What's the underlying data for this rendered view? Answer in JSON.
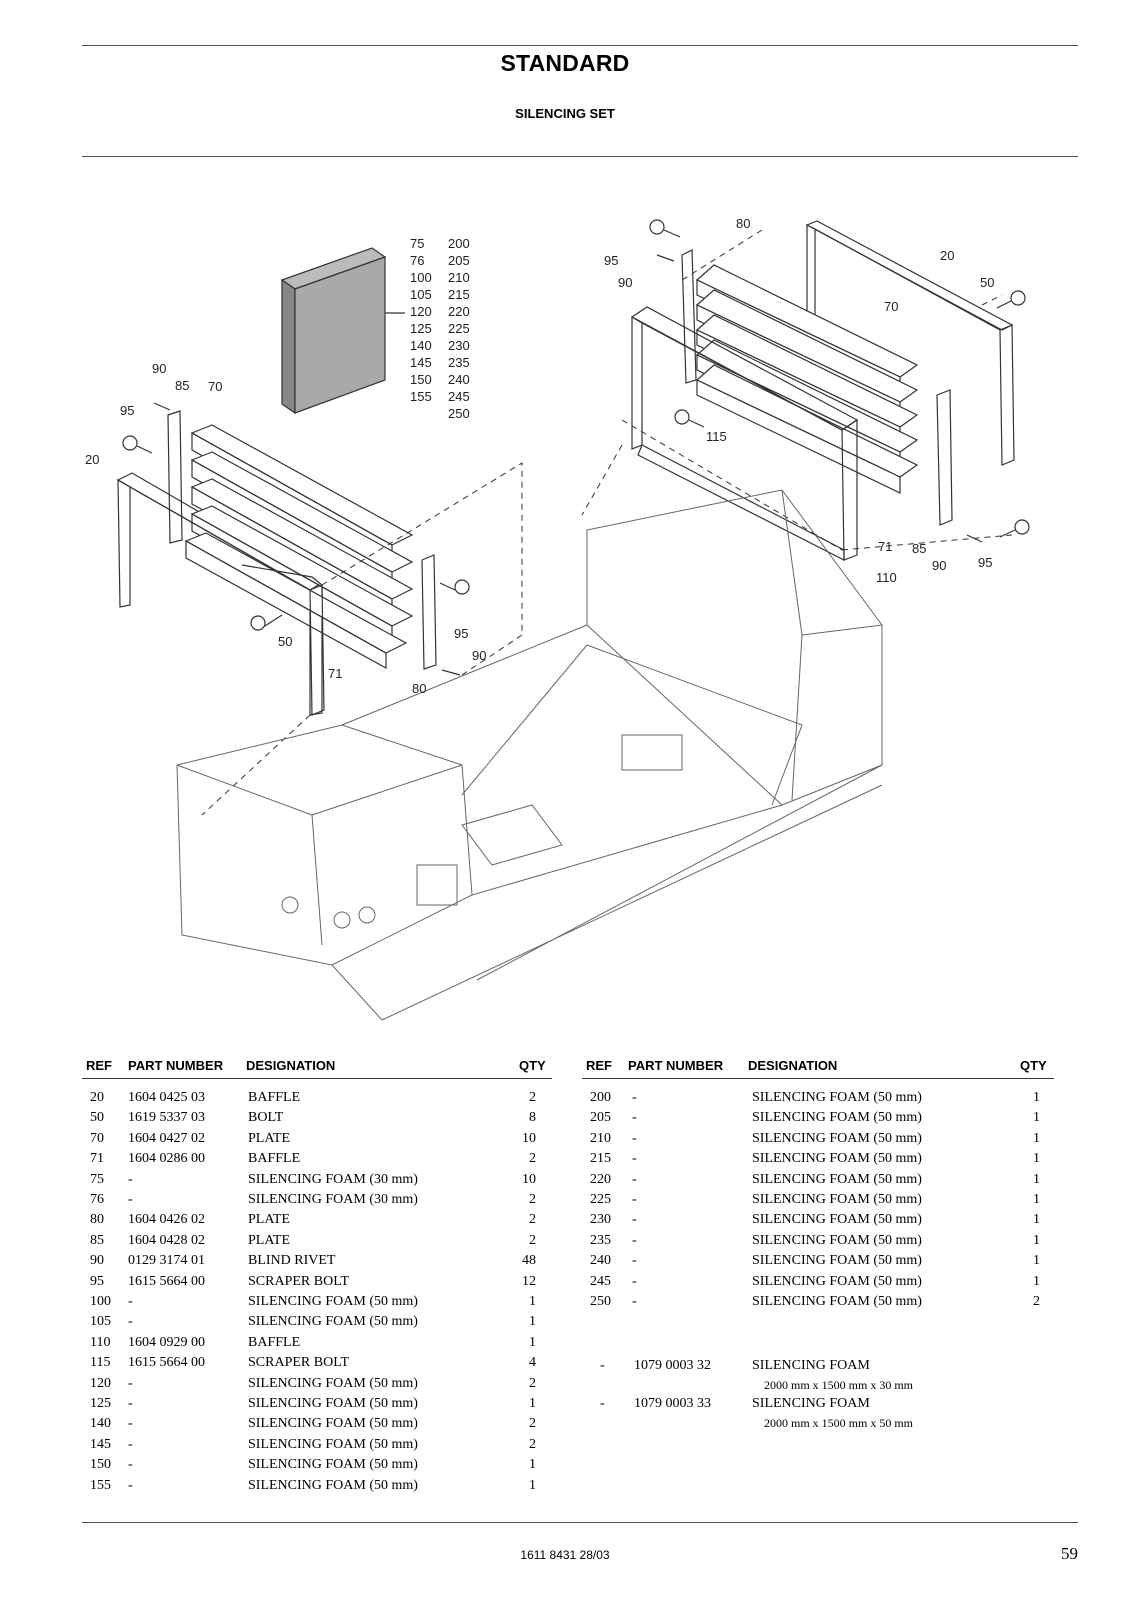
{
  "header": {
    "title": "STANDARD",
    "subtitle": "SILENCING SET"
  },
  "diagram": {
    "foam_refs_col1": [
      "75",
      "76",
      "100",
      "105",
      "120",
      "125",
      "140",
      "145",
      "150",
      "155"
    ],
    "foam_refs_col2": [
      "200",
      "205",
      "210",
      "215",
      "220",
      "225",
      "230",
      "235",
      "240",
      "245",
      "250"
    ],
    "left_callouts": [
      "90",
      "85",
      "70",
      "95",
      "20",
      "50",
      "71",
      "80",
      "95",
      "90"
    ],
    "right_callouts": [
      "80",
      "95",
      "90",
      "20",
      "50",
      "70",
      "115",
      "71",
      "85",
      "90",
      "95",
      "110"
    ]
  },
  "table_headers": {
    "ref": "REF",
    "part_number": "PART NUMBER",
    "designation": "DESIGNATION",
    "qty": "QTY"
  },
  "left_table": [
    {
      "ref": "20",
      "part": "1604 0425 03",
      "desc": "BAFFLE",
      "qty": "2"
    },
    {
      "ref": "50",
      "part": "1619 5337 03",
      "desc": "BOLT",
      "qty": "8"
    },
    {
      "ref": "70",
      "part": "1604 0427 02",
      "desc": "PLATE",
      "qty": "10"
    },
    {
      "ref": "71",
      "part": "1604 0286 00",
      "desc": "BAFFLE",
      "qty": "2"
    },
    {
      "ref": "75",
      "part": "-",
      "desc": "SILENCING FOAM  (30 mm)",
      "qty": "10"
    },
    {
      "ref": "76",
      "part": "-",
      "desc": "SILENCING FOAM  (30 mm)",
      "qty": "2"
    },
    {
      "ref": "80",
      "part": "1604 0426 02",
      "desc": "PLATE",
      "qty": "2"
    },
    {
      "ref": "85",
      "part": "1604 0428 02",
      "desc": "PLATE",
      "qty": "2"
    },
    {
      "ref": "90",
      "part": "0129 3174 01",
      "desc": "BLIND RIVET",
      "qty": "48"
    },
    {
      "ref": "95",
      "part": "1615 5664 00",
      "desc": "SCRAPER BOLT",
      "qty": "12"
    },
    {
      "ref": "100",
      "part": "-",
      "desc": "SILENCING FOAM  (50 mm)",
      "qty": "1"
    },
    {
      "ref": "105",
      "part": "-",
      "desc": "SILENCING FOAM  (50 mm)",
      "qty": "1"
    },
    {
      "ref": "110",
      "part": "1604 0929 00",
      "desc": "BAFFLE",
      "qty": "1"
    },
    {
      "ref": "115",
      "part": "1615 5664 00",
      "desc": "SCRAPER BOLT",
      "qty": "4"
    },
    {
      "ref": "120",
      "part": "-",
      "desc": "SILENCING FOAM  (50 mm)",
      "qty": "2"
    },
    {
      "ref": "125",
      "part": "-",
      "desc": "SILENCING FOAM  (50 mm)",
      "qty": "1"
    },
    {
      "ref": "140",
      "part": "-",
      "desc": "SILENCING FOAM  (50 mm)",
      "qty": "2"
    },
    {
      "ref": "145",
      "part": "-",
      "desc": "SILENCING FOAM  (50 mm)",
      "qty": "2"
    },
    {
      "ref": "150",
      "part": "-",
      "desc": "SILENCING FOAM  (50 mm)",
      "qty": "1"
    },
    {
      "ref": "155",
      "part": "-",
      "desc": "SILENCING FOAM  (50 mm)",
      "qty": "1"
    }
  ],
  "right_table": [
    {
      "ref": "200",
      "part": "-",
      "desc": "SILENCING FOAM  (50 mm)",
      "qty": "1"
    },
    {
      "ref": "205",
      "part": "-",
      "desc": "SILENCING FOAM  (50 mm)",
      "qty": "1"
    },
    {
      "ref": "210",
      "part": "-",
      "desc": "SILENCING FOAM  (50 mm)",
      "qty": "1"
    },
    {
      "ref": "215",
      "part": "-",
      "desc": "SILENCING FOAM  (50 mm)",
      "qty": "1"
    },
    {
      "ref": "220",
      "part": "-",
      "desc": "SILENCING FOAM  (50 mm)",
      "qty": "1"
    },
    {
      "ref": "225",
      "part": "-",
      "desc": "SILENCING FOAM  (50 mm)",
      "qty": "1"
    },
    {
      "ref": "230",
      "part": "-",
      "desc": "SILENCING FOAM  (50 mm)",
      "qty": "1"
    },
    {
      "ref": "235",
      "part": "-",
      "desc": "SILENCING FOAM  (50 mm)",
      "qty": "1"
    },
    {
      "ref": "240",
      "part": "-",
      "desc": "SILENCING FOAM  (50 mm)",
      "qty": "1"
    },
    {
      "ref": "245",
      "part": "-",
      "desc": "SILENCING FOAM  (50 mm)",
      "qty": "1"
    },
    {
      "ref": "250",
      "part": "-",
      "desc": "SILENCING FOAM  (50 mm)",
      "qty": "2"
    }
  ],
  "extra_parts": [
    {
      "ref": "-",
      "part": "1079 0003 32",
      "desc": "SILENCING FOAM",
      "note": "2000 mm x 1500 mm x 30 mm"
    },
    {
      "ref": "-",
      "part": "1079 0003 33",
      "desc": "SILENCING FOAM",
      "note": "2000 mm x 1500 mm x 50 mm"
    }
  ],
  "footer": {
    "doc_number": "1611 8431 28/03",
    "page": "59"
  }
}
